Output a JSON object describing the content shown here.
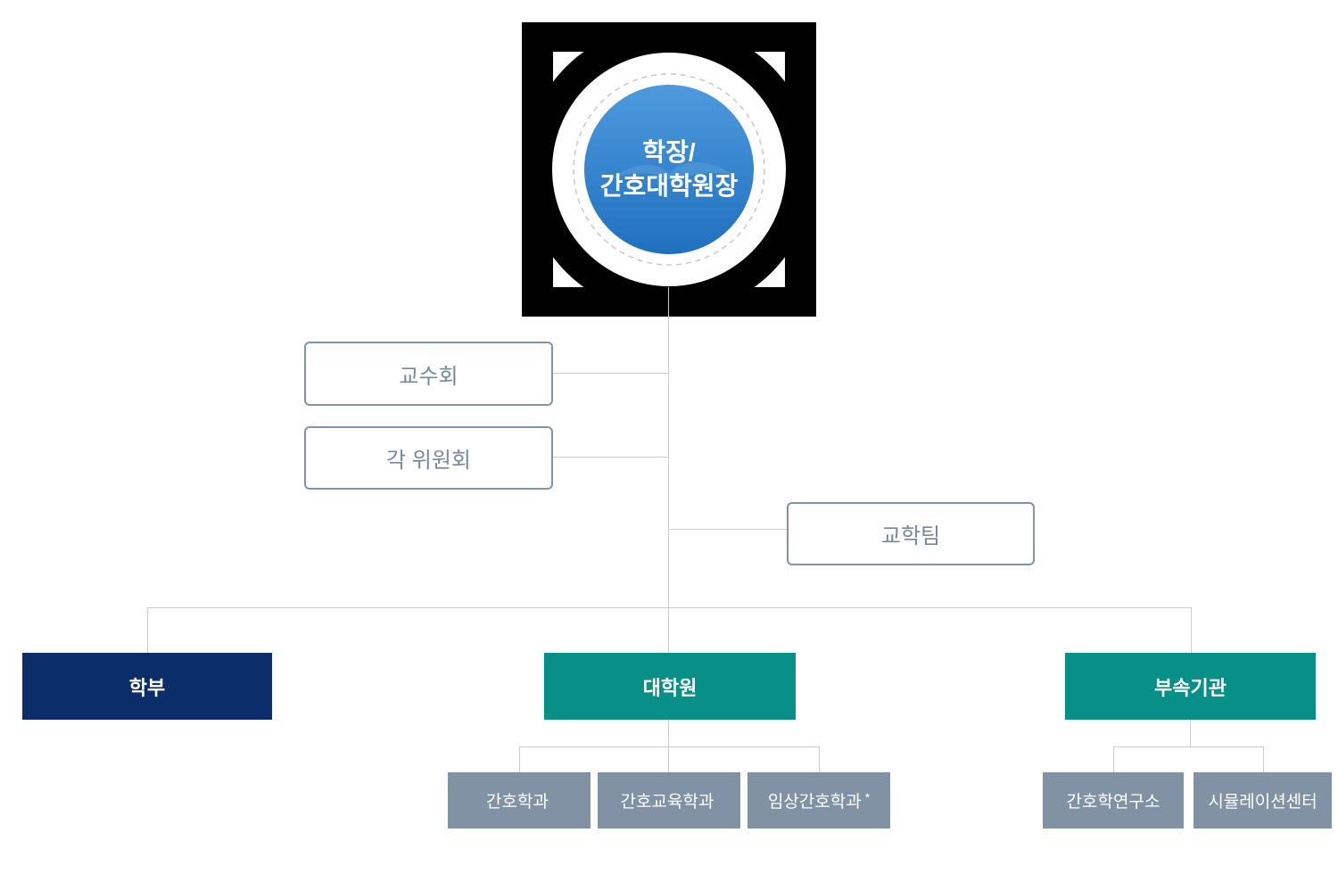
{
  "root_node": {
    "line1": "학장/",
    "line2": "간호대학원장"
  },
  "side_boxes": {
    "faculty_council": "교수회",
    "committees": "각 위원회",
    "academic_affairs_team": "교학팀"
  },
  "divisions": {
    "undergraduate": "학부",
    "graduate_school": "대학원",
    "affiliated_org": "부속기관"
  },
  "graduate_departments": [
    {
      "label": "간호학과",
      "suffix": ""
    },
    {
      "label": "간호교육학과",
      "suffix": ""
    },
    {
      "label": "임상간호학과",
      "suffix": "*"
    }
  ],
  "affiliated_units": [
    {
      "label": "간호학연구소"
    },
    {
      "label": "시뮬레이션센터"
    }
  ],
  "colors": {
    "undergraduate_bg": "#0b2d6a",
    "teal_bg": "#079087",
    "department_bg": "#8192a5",
    "outline_border": "#8093a9",
    "outline_text": "#76879f",
    "connector_line": "#cccccc",
    "emblem_square": "#000000",
    "circle_gradient_top": "#4f9ade",
    "circle_gradient_bottom": "#1f70bf"
  }
}
